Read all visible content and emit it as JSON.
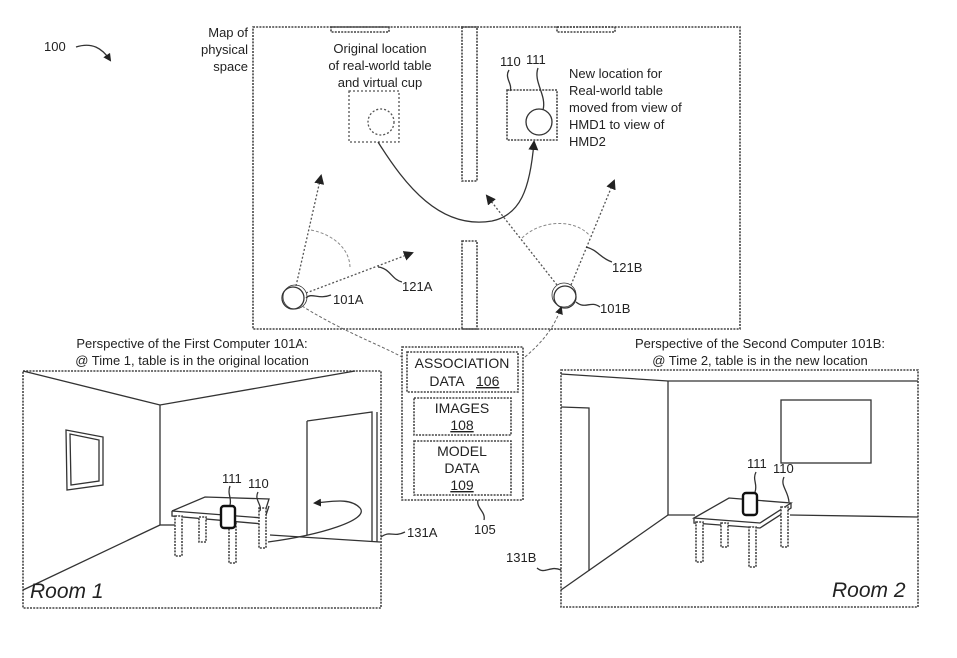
{
  "figure": {
    "reference_number": "100",
    "map": {
      "label_lines": [
        "Map of",
        "physical",
        "space"
      ],
      "original_location_lines": [
        "Original location",
        "of real-world table",
        "and virtual cup"
      ],
      "new_location_lines": [
        "New location for",
        "Real-world table",
        "moved from view of",
        "HMD1 to view of",
        "HMD2"
      ],
      "table_ref": "110",
      "cup_ref": "111",
      "device_a_ref": "101A",
      "device_b_ref": "101B",
      "fov_a_ref": "121A",
      "fov_b_ref": "121B"
    },
    "server": {
      "ref": "105",
      "association": {
        "label": "ASSOCIATION",
        "label2": "DATA",
        "ref": "106"
      },
      "images": {
        "label": "IMAGES",
        "ref": "108"
      },
      "model": {
        "label": "MODEL",
        "label2": "DATA",
        "ref": "109"
      }
    },
    "room1": {
      "caption_line1": "Perspective of the First Computer 101A:",
      "caption_line2": "@ Time 1, table is in the original location",
      "name": "Room 1",
      "cup_ref": "111",
      "table_ref": "110",
      "view_ref": "131A"
    },
    "room2": {
      "caption_line1": "Perspective of the Second Computer 101B:",
      "caption_line2": "@ Time 2, table is in the new location",
      "name": "Room 2",
      "cup_ref": "111",
      "table_ref": "110",
      "view_ref": "131B"
    }
  }
}
